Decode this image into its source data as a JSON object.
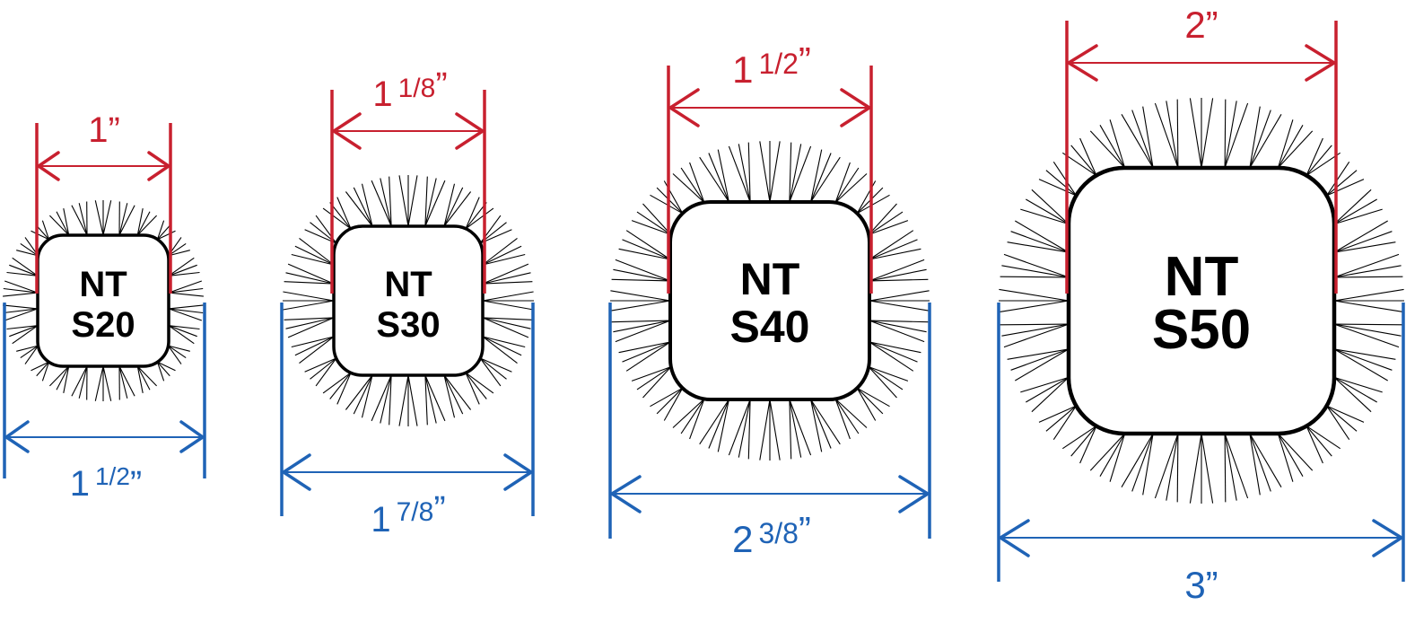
{
  "diagram": {
    "description": "NT brush series size comparison: core width (red) and overall brush diameter (blue)",
    "colors": {
      "core_dimension": "#c8202f",
      "overall_dimension": "#1f63b6",
      "bristle": "#000000",
      "core_outline": "#000000",
      "background": "#ffffff"
    },
    "brushes": [
      {
        "id": "s20",
        "label_line1": "NT",
        "label_line2": "S20",
        "core_width_label": {
          "whole": "1",
          "frac": "",
          "inch": "”"
        },
        "overall_diameter_label": {
          "whole": "1",
          "frac": "1/2",
          "inch": "”"
        },
        "core_width": "1”",
        "overall_diameter": "1 1/2”"
      },
      {
        "id": "s30",
        "label_line1": "NT",
        "label_line2": "S30",
        "core_width_label": {
          "whole": "1",
          "frac": "1/8",
          "inch": "”"
        },
        "overall_diameter_label": {
          "whole": "1",
          "frac": "7/8",
          "inch": "”"
        },
        "core_width": "1 1/8”",
        "overall_diameter": "1 7/8”"
      },
      {
        "id": "s40",
        "label_line1": "NT",
        "label_line2": "S40",
        "core_width_label": {
          "whole": "1",
          "frac": "1/2",
          "inch": "”"
        },
        "overall_diameter_label": {
          "whole": "2",
          "frac": "3/8",
          "inch": "”"
        },
        "core_width": "1 1/2”",
        "overall_diameter": "2 3/8”"
      },
      {
        "id": "s50",
        "label_line1": "NT",
        "label_line2": "S50",
        "core_width_label": {
          "whole": "2",
          "frac": "",
          "inch": "”"
        },
        "overall_diameter_label": {
          "whole": "3",
          "frac": "",
          "inch": "”"
        },
        "core_width": "2”",
        "overall_diameter": "3”"
      }
    ]
  }
}
